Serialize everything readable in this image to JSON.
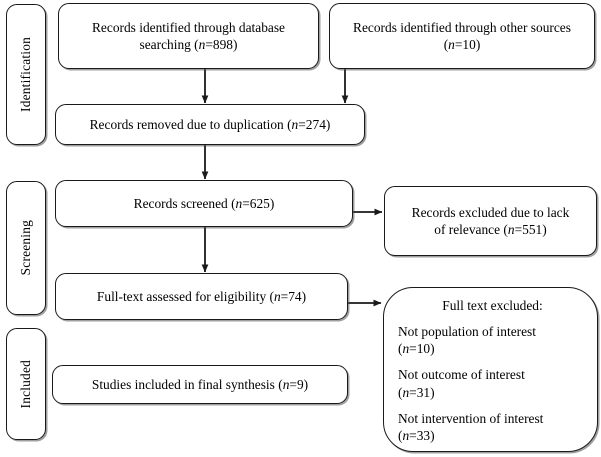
{
  "diagram": {
    "type": "prisma-flow-diagram",
    "stages": [
      {
        "id": "identification",
        "label": "Identification"
      },
      {
        "id": "screening",
        "label": "Screening"
      },
      {
        "id": "included",
        "label": "Included"
      }
    ],
    "boxes": {
      "database_search": {
        "line1": "Records identified through database",
        "line2_prefix": "searching (",
        "n_symbol": "n",
        "line2_suffix": "=898)"
      },
      "other_sources": {
        "line1": "Records identified through other sources",
        "line2_prefix": "(",
        "n_symbol": "n",
        "line2_suffix": "=10)"
      },
      "duplicates_removed": {
        "prefix": "Records removed due to duplication (",
        "n_symbol": "n",
        "suffix": "=274)"
      },
      "records_screened": {
        "prefix": "Records screened (",
        "n_symbol": "n",
        "suffix": "=625)"
      },
      "records_excluded": {
        "line1": "Records excluded due to lack",
        "line2_prefix": "of relevance (",
        "n_symbol": "n",
        "line2_suffix": "=551)"
      },
      "fulltext_assessed": {
        "prefix": "Full-text assessed for eligibility (",
        "n_symbol": "n",
        "suffix": "=74)"
      },
      "fulltext_excluded": {
        "heading": "Full text excluded:",
        "items": [
          {
            "reason": "Not population of interest",
            "n_prefix": "(",
            "n_symbol": "n",
            "n_suffix": "=10)"
          },
          {
            "reason": "Not outcome of interest",
            "n_prefix": "(",
            "n_symbol": "n",
            "n_suffix": "=31)"
          },
          {
            "reason": "Not intervention of interest",
            "n_prefix": "(",
            "n_symbol": "n",
            "n_suffix": "=33)"
          }
        ]
      },
      "studies_included": {
        "prefix": "Studies included in final synthesis (",
        "n_symbol": "n",
        "suffix": "=9)"
      }
    },
    "colors": {
      "border": "#1a1a1a",
      "text": "#000000",
      "background": "#ffffff"
    }
  }
}
